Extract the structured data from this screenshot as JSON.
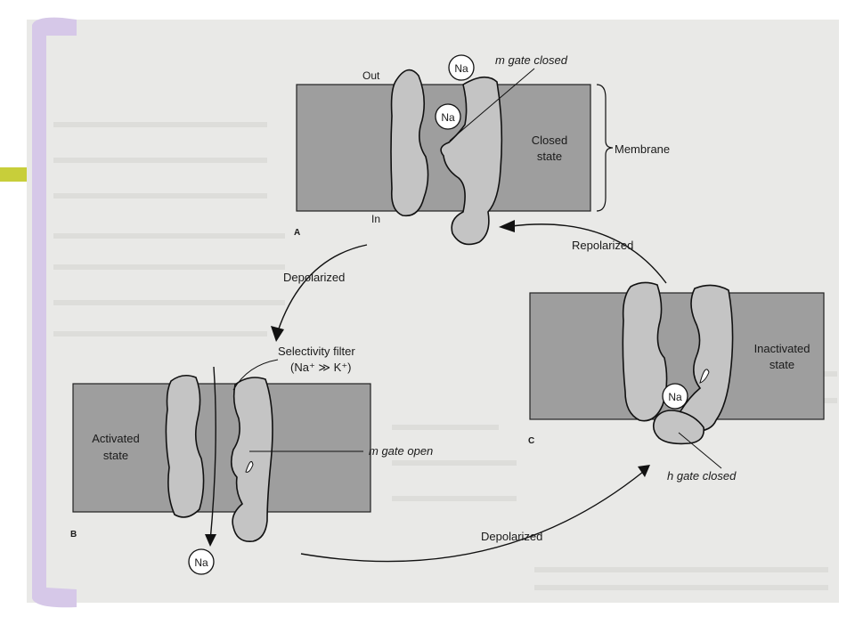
{
  "colors": {
    "membrane": "#9e9e9e",
    "protein": "#c4c4c4",
    "scan_background": "#e9e9e7",
    "frame_accent": "#d6c8e8",
    "bullet_accent": "#c8ce3a"
  },
  "state_a": {
    "panel_letter": "A",
    "out_label": "Out",
    "in_label": "In",
    "ion_top": "Na",
    "ion_mid": "Na",
    "gate_label": "m gate closed",
    "state_line1": "Closed",
    "state_line2": "state",
    "membrane_label": "Membrane"
  },
  "state_b": {
    "panel_letter": "B",
    "state_line1": "Activated",
    "state_line2": "state",
    "filter_line1": "Selectivity filter",
    "filter_line2": "(Na⁺ ≫ K⁺)",
    "gate_label": "m gate open",
    "ion": "Na"
  },
  "state_c": {
    "panel_letter": "C",
    "state_line1": "Inactivated",
    "state_line2": "state",
    "ion": "Na",
    "gate_label": "h gate closed"
  },
  "transitions": {
    "a_to_b": "Depolarized",
    "b_to_c": "Depolarized",
    "c_to_a": "Repolarized"
  }
}
